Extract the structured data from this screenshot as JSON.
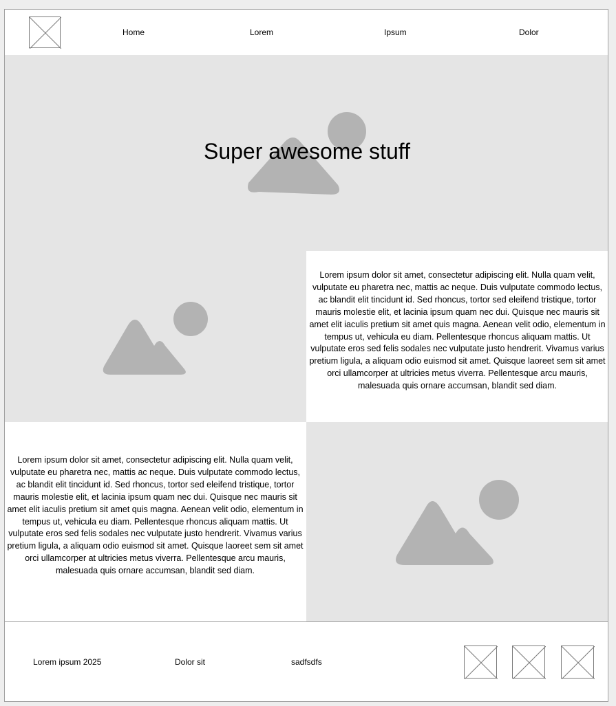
{
  "nav": {
    "items": [
      {
        "label": "Home"
      },
      {
        "label": "Lorem"
      },
      {
        "label": "Ipsum"
      },
      {
        "label": "Dolor"
      }
    ]
  },
  "hero": {
    "title": "Super awesome stuff",
    "image_icon": "image-placeholder-icon"
  },
  "section1": {
    "text": "Lorem ipsum dolor sit amet, consectetur adipiscing elit. Nulla quam velit, vulputate eu pharetra nec, mattis ac neque. Duis vulputate commodo lectus, ac blandit elit tincidunt id. Sed rhoncus, tortor sed eleifend tristique, tortor mauris molestie elit, et lacinia ipsum quam nec dui. Quisque nec mauris sit amet elit iaculis pretium sit amet quis magna. Aenean velit odio, elementum in tempus ut, vehicula eu diam. Pellentesque rhoncus aliquam mattis. Ut vulputate eros sed felis sodales nec vulputate justo hendrerit. Vivamus varius pretium ligula, a aliquam odio euismod sit amet. Quisque laoreet sem sit amet orci ullamcorper at ultricies metus viverra. Pellentesque arcu mauris, malesuada quis ornare accumsan, blandit sed diam."
  },
  "section2": {
    "text": "Lorem ipsum dolor sit amet, consectetur adipiscing elit. Nulla quam velit, vulputate eu pharetra nec, mattis ac neque. Duis vulputate commodo lectus, ac blandit elit tincidunt id. Sed rhoncus, tortor sed eleifend tristique, tortor mauris molestie elit, et lacinia ipsum quam nec dui. Quisque nec mauris sit amet elit iaculis pretium sit amet quis magna. Aenean velit odio, elementum in tempus ut, vehicula eu diam. Pellentesque rhoncus aliquam mattis. Ut vulputate eros sed felis sodales nec vulputate justo hendrerit. Vivamus varius pretium ligula, a aliquam odio euismod sit amet. Quisque laoreet sem sit amet orci ullamcorper at ultricies metus viverra. Pellentesque arcu mauris, malesuada quis ornare accumsan, blandit sed diam."
  },
  "footer": {
    "copyright": "Lorem ipsum 2025",
    "link1": "Dolor sit",
    "link2": "sadfsdfs"
  },
  "colors": {
    "placeholder_bg": "#e5e5e5",
    "placeholder_shape": "#b3b3b3",
    "border": "#a0a0a0"
  }
}
